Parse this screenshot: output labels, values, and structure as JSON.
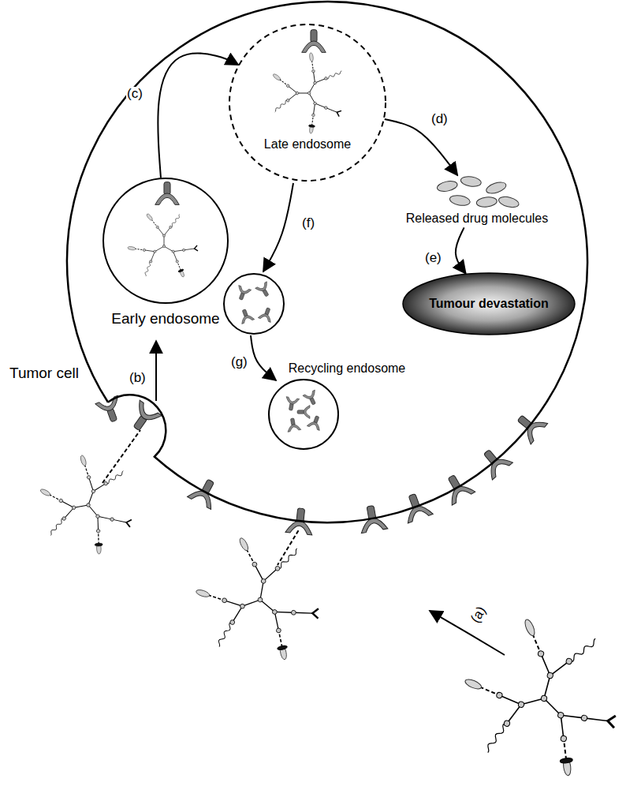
{
  "diagram": {
    "nodes": [
      {
        "text": [
          "Tumor cell"
        ]
      },
      {
        "text": [
          "Early endosome"
        ],
        "in": 0
      },
      {
        "text": [
          "Late endosome"
        ],
        "in": 0
      },
      {
        "text": [
          "Released drug molecules"
        ],
        "in": 0
      },
      {
        "text": [
          "Recycling endosome"
        ],
        "in": 0
      },
      {
        "text": [
          "Tumour devastation"
        ],
        "in": 0
      }
    ],
    "edges": [
      {
        "from": 1,
        "to": 2,
        "arrow": "to",
        "label": "(c)"
      },
      {
        "from": 2,
        "to": 3,
        "arrow": "to",
        "label": "(d)"
      },
      {
        "from": 3,
        "to": 5,
        "arrow": "to",
        "label": "(e)"
      }
    ],
    "labels": [
      "(a)",
      "(b)",
      "(f)",
      "(g)"
    ]
  }
}
